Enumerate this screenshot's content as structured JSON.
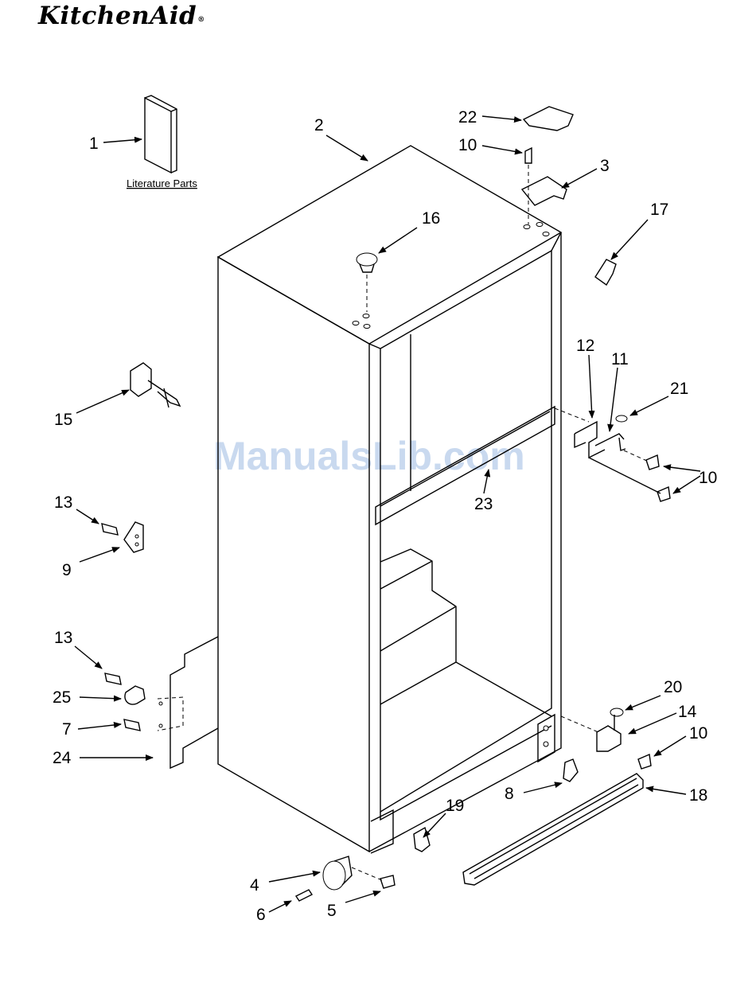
{
  "brand": {
    "name": "KitchenAid",
    "reg": "®"
  },
  "literature_label": "Literature Parts",
  "watermark": "ManualsLib.com",
  "callouts": [
    {
      "id": "c1",
      "label": "1"
    },
    {
      "id": "c2",
      "label": "2"
    },
    {
      "id": "c22",
      "label": "22"
    },
    {
      "id": "c10a",
      "label": "10"
    },
    {
      "id": "c3",
      "label": "3"
    },
    {
      "id": "c16",
      "label": "16"
    },
    {
      "id": "c17",
      "label": "17"
    },
    {
      "id": "c15",
      "label": "15"
    },
    {
      "id": "c12",
      "label": "12"
    },
    {
      "id": "c11",
      "label": "11"
    },
    {
      "id": "c21",
      "label": "21"
    },
    {
      "id": "c10b",
      "label": "10"
    },
    {
      "id": "c23",
      "label": "23"
    },
    {
      "id": "c13a",
      "label": "13"
    },
    {
      "id": "c9",
      "label": "9"
    },
    {
      "id": "c13b",
      "label": "13"
    },
    {
      "id": "c25",
      "label": "25"
    },
    {
      "id": "c7",
      "label": "7"
    },
    {
      "id": "c24",
      "label": "24"
    },
    {
      "id": "c20",
      "label": "20"
    },
    {
      "id": "c14",
      "label": "14"
    },
    {
      "id": "c10c",
      "label": "10"
    },
    {
      "id": "c8",
      "label": "8"
    },
    {
      "id": "c18",
      "label": "18"
    },
    {
      "id": "c19",
      "label": "19"
    },
    {
      "id": "c4",
      "label": "4"
    },
    {
      "id": "c6",
      "label": "6"
    },
    {
      "id": "c5",
      "label": "5"
    }
  ]
}
